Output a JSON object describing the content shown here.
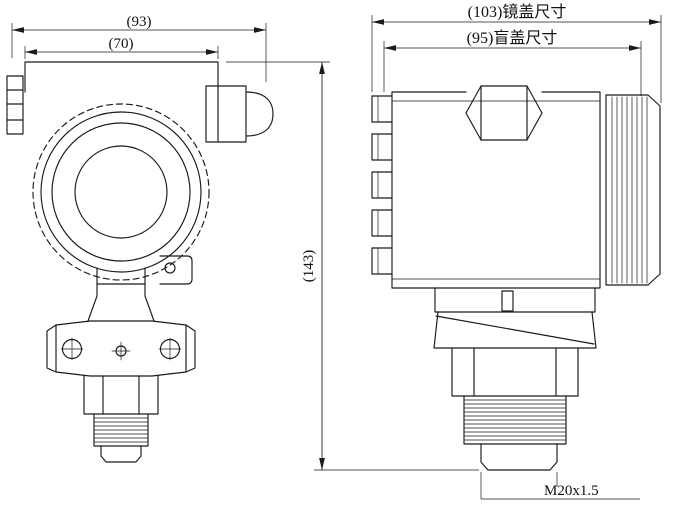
{
  "drawing": {
    "line_color": "#1a1a1a",
    "background_color": "#ffffff",
    "dims": {
      "front_outer_width": "(93)",
      "front_inner_width": "(70)",
      "lens_cover_width": "(103)镜盖尺寸",
      "blind_cover_width": "(95)盲盖尺寸",
      "overall_height": "(143)",
      "thread_spec": "M20x1.5"
    }
  }
}
